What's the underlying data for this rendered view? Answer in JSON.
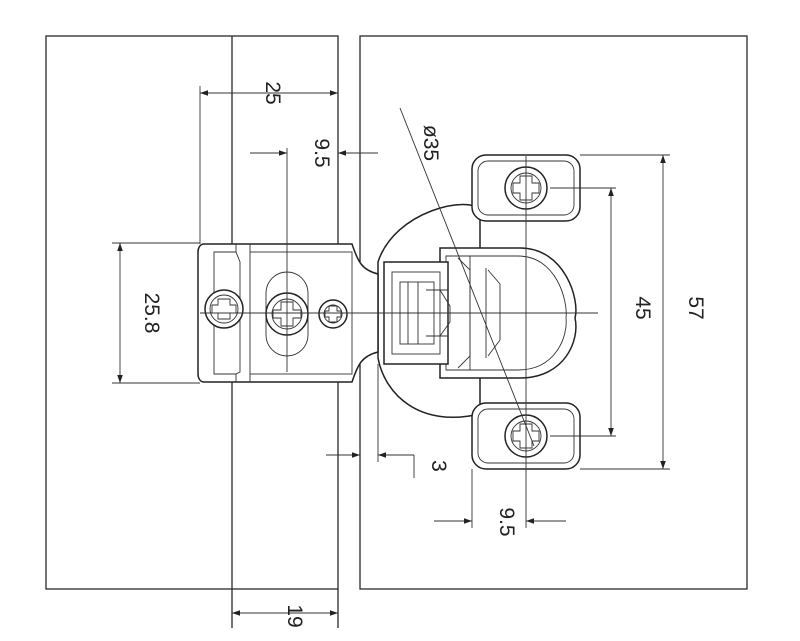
{
  "dimensions": {
    "plate_width": "25",
    "cup_offset": "9.5",
    "cup_diameter": "ø35",
    "plate_height": "25.8",
    "screw_spacing": "45",
    "cup_plate_height": "57",
    "overlay": "3",
    "screw_offset": "9.5",
    "door_thickness": "19"
  },
  "icons": [
    "phillips-screw-icon",
    "cam-adjuster-icon"
  ],
  "colors": {
    "line": "#222222",
    "background": "#ffffff"
  }
}
